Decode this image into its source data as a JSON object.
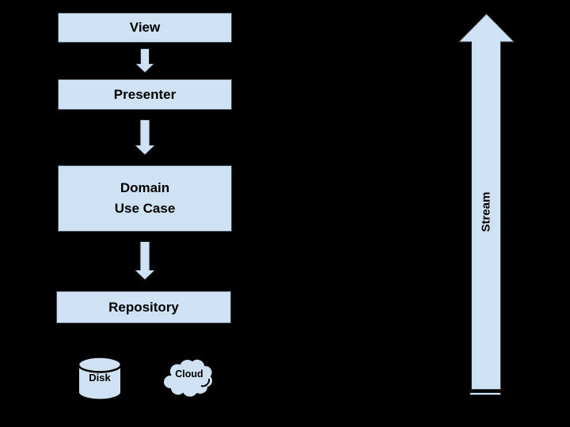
{
  "diagram": {
    "background_color": "#000000",
    "shape_fill_color": "#cfe2f3",
    "shape_border_color": "#44505a",
    "flow_boxes": [
      {
        "label": "View"
      },
      {
        "label": "Presenter"
      },
      {
        "label": "Domain\nUse Case"
      },
      {
        "label": "Repository"
      }
    ],
    "connectors": [
      {
        "name": "view-to-presenter",
        "direction": "down"
      },
      {
        "name": "presenter-to-domain",
        "direction": "down"
      },
      {
        "name": "domain-to-repository",
        "direction": "down"
      }
    ],
    "data_sources": [
      {
        "label": "Disk",
        "icon": "database-cylinder-icon"
      },
      {
        "label": "Cloud",
        "icon": "cloud-icon"
      }
    ],
    "stream_arrow": {
      "label": "Stream",
      "direction": "up"
    }
  }
}
